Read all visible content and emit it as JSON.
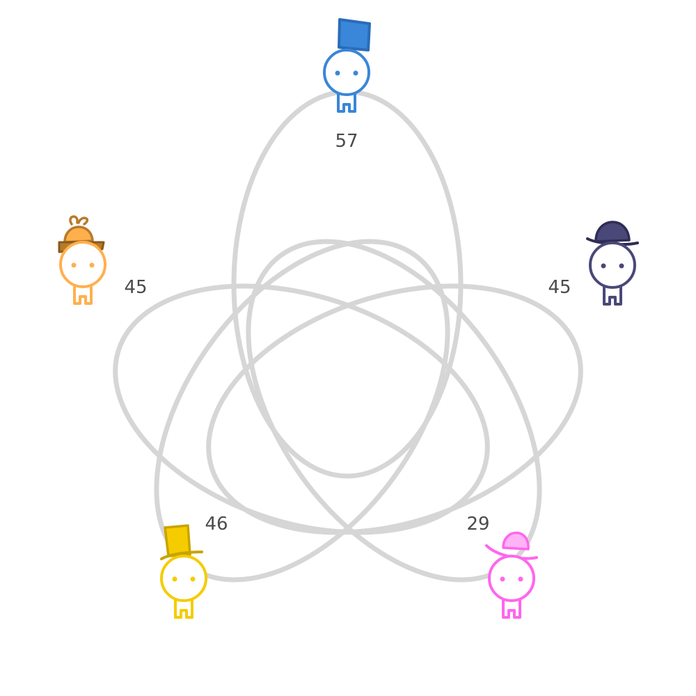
{
  "characters": [
    {
      "id": "top",
      "hat": "fez-hat",
      "color": "#3a86d9",
      "count": "57"
    },
    {
      "id": "left",
      "hat": "deerstalker-hat",
      "color": "#ffb04d",
      "count": "45"
    },
    {
      "id": "right",
      "hat": "bowler-hat",
      "color": "#4a4878",
      "count": "45"
    },
    {
      "id": "bottom-left",
      "hat": "top-hat",
      "color": "#f5cc00",
      "count": "46"
    },
    {
      "id": "bottom-right",
      "hat": "sun-hat",
      "color": "#ff66ee",
      "count": "29"
    }
  ]
}
